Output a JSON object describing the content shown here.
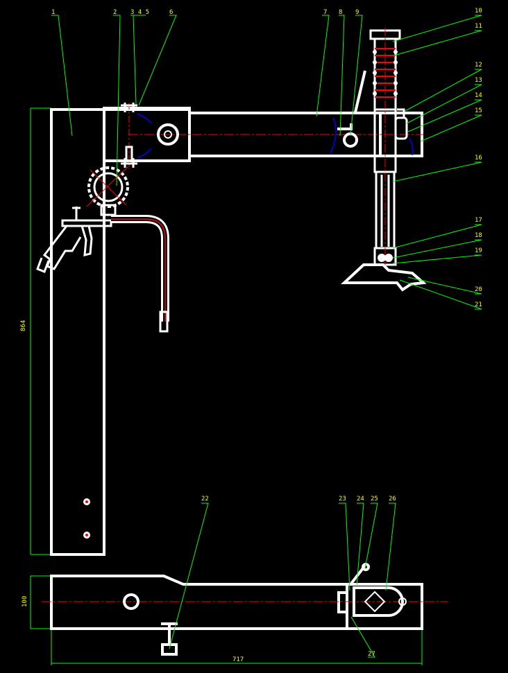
{
  "drawing": {
    "background": "#000000",
    "part_color": "#ffffff",
    "leader_color": "#00ff00",
    "label_color": "#ffff00",
    "centerline_color": "#ff0000",
    "hidden_color": "#0000ff",
    "callouts": [
      "1",
      "2",
      "3",
      "4",
      "5",
      "6",
      "7",
      "8",
      "9",
      "10",
      "11",
      "12",
      "13",
      "14",
      "15",
      "16",
      "17",
      "18",
      "19",
      "20",
      "21",
      "22",
      "23",
      "24",
      "25",
      "26",
      "27"
    ],
    "callout_345": "3 4 5",
    "dimensions": {
      "vertical_height": "864",
      "horizontal_width": "717",
      "base_height": "100"
    }
  }
}
